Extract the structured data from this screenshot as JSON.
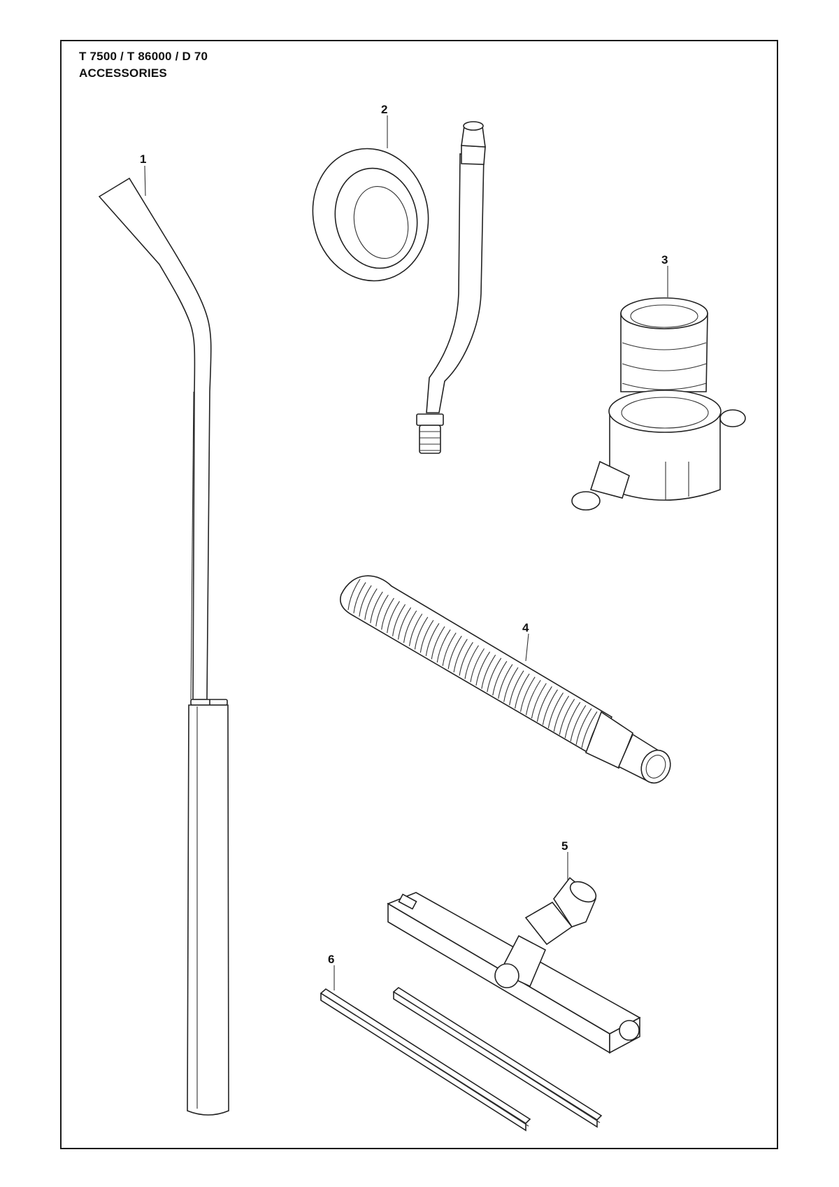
{
  "header": {
    "model": "T 7500 / T 86000 / D 70",
    "section": "ACCESSORIES"
  },
  "callouts": [
    "1",
    "2",
    "3",
    "4",
    "5",
    "6"
  ],
  "colors": {
    "line": "#222222",
    "background": "#ffffff"
  }
}
